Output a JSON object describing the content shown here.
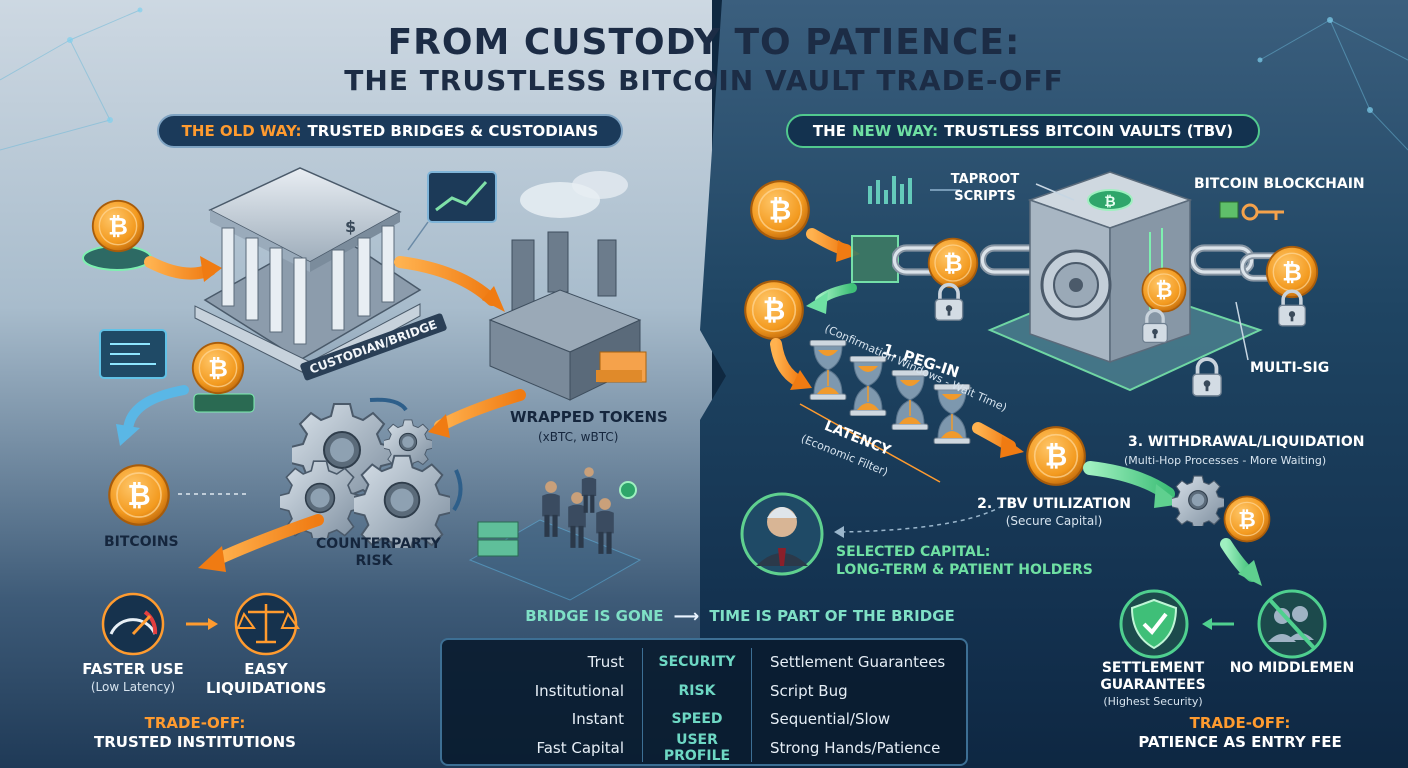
{
  "title": {
    "line1": "FROM CUSTODY TO PATIENCE:",
    "line2": "THE TRUSTLESS BITCOIN VAULT TRADE-OFF"
  },
  "old_way": {
    "header_accent": "THE OLD WAY:",
    "header_rest": "TRUSTED BRIDGES & CUSTODIANS",
    "custodian_label": "CUSTODIAN/BRIDGE",
    "wrapped_tokens": "WRAPPED TOKENS",
    "wrapped_examples": "(xBTC, wBTC)",
    "bitcoins": "BITCOINS",
    "counterparty": "COUNTERPARTY",
    "risk": "RISK",
    "faster_use": "FASTER USE",
    "low_latency": "(Low Latency)",
    "easy": "EASY",
    "liquidations": "LIQUIDATIONS",
    "tradeoff_label": "TRADE-OFF:",
    "tradeoff_value": "TRUSTED INSTITUTIONS"
  },
  "new_way": {
    "header_pre": "THE",
    "header_accent": "NEW WAY:",
    "header_rest": "TRUSTLESS BITCOIN VAULTS (TBV)",
    "taproot_1": "TAPROOT",
    "taproot_2": "SCRIPTS",
    "blockchain": "BITCOIN BLOCKCHAIN",
    "multisig": "MULTI-SIG",
    "pegin": "1. PEG-IN",
    "pegin_sub": "(Confirmation Windows - Wait Time)",
    "latency": "LATENCY",
    "latency_sub": "(Economic Filter)",
    "tbv_util": "2. TBV UTILIZATION",
    "tbv_sub": "(Secure Capital)",
    "withdrawal": "3. WITHDRAWAL/LIQUIDATION",
    "withdrawal_sub": "(Multi-Hop Processes - More Waiting)",
    "selected_1": "SELECTED CAPITAL:",
    "selected_2": "LONG-TERM & PATIENT HOLDERS",
    "settlement_1": "SETTLEMENT",
    "settlement_2": "GUARANTEES",
    "settlement_sub": "(Highest Security)",
    "no_middlemen": "NO MIDDLEMEN",
    "tradeoff_label": "TRADE-OFF:",
    "tradeoff_value": "PATIENCE AS ENTRY FEE"
  },
  "bridge": {
    "left": "BRIDGE IS GONE",
    "right": "TIME IS PART OF THE BRIDGE"
  },
  "comparison": [
    {
      "left": "Trust",
      "mid": "SECURITY",
      "right": "Settlement Guarantees"
    },
    {
      "left": "Institutional",
      "mid": "RISK",
      "right": "Script Bug"
    },
    {
      "left": "Instant",
      "mid": "SPEED",
      "right": "Sequential/Slow"
    },
    {
      "left": "Fast Capital",
      "mid": "USER PROFILE",
      "right": "Strong Hands/Patience"
    }
  ],
  "colors": {
    "btc_orange": "#f5951f",
    "accent_orange": "#ff9b2f",
    "accent_green": "#4fd08f",
    "accent_teal": "#6ed8c4",
    "navy": "#15263d"
  },
  "icons": [
    "bitcoin-coin-icon",
    "bank-icon",
    "factory-icon",
    "gear-icon",
    "people-icon",
    "speedometer-icon",
    "scales-icon",
    "vault-icon",
    "chain-icon",
    "padlock-icon",
    "hourglass-icon",
    "key-icon",
    "person-avatar-icon",
    "shield-check-icon",
    "no-middlemen-icon",
    "line-chart-icon"
  ]
}
